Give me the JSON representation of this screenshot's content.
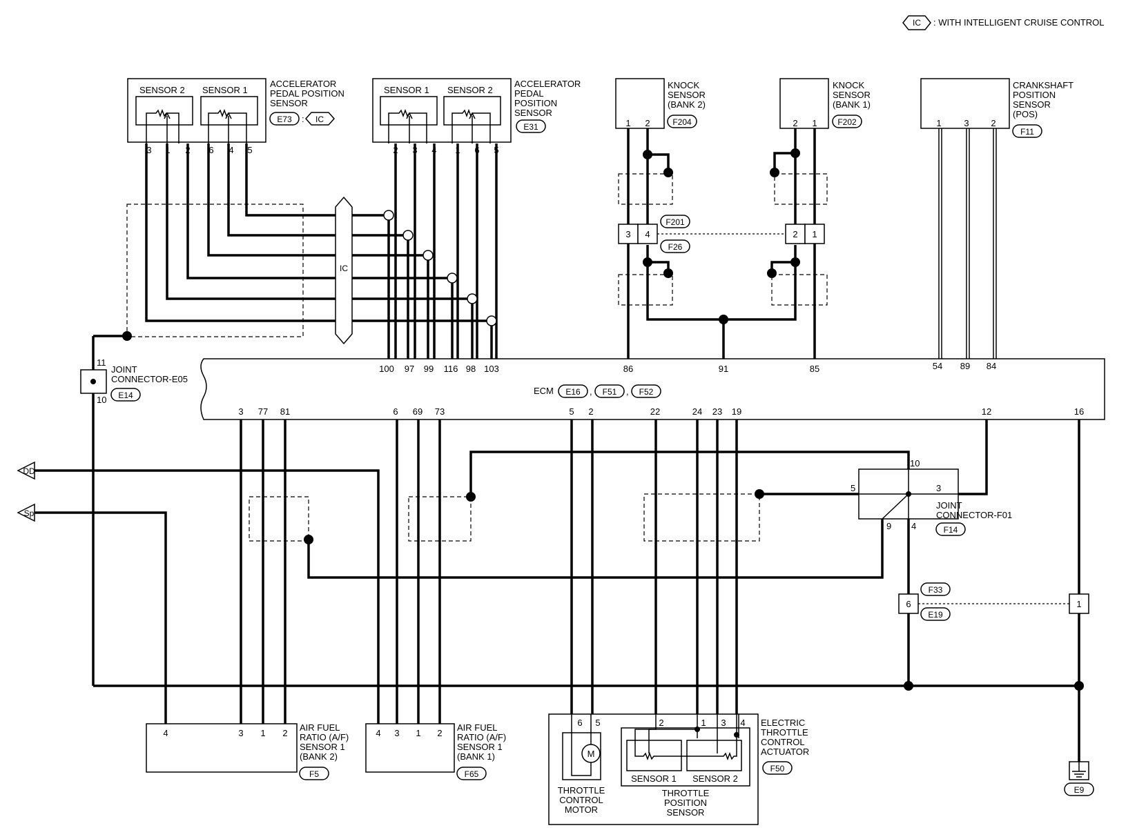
{
  "legend": {
    "symbol": "IC",
    "text": ": WITH INTELLIGENT CRUISE CONTROL"
  },
  "apps_ic": {
    "s2": "SENSOR 2",
    "s1": "SENSOR 1",
    "name": [
      "ACCELERATOR",
      "PEDAL POSITION",
      "SENSOR"
    ],
    "connector": "E73",
    "ic": "IC",
    "pins": [
      "3",
      "1",
      "2",
      "6",
      "4",
      "5"
    ]
  },
  "apps": {
    "s1": "SENSOR 1",
    "s2": "SENSOR 2",
    "name": [
      "ACCELERATOR",
      "PEDAL",
      "POSITION",
      "SENSOR"
    ],
    "connector": "E31",
    "pins": [
      "2",
      "3",
      "4",
      "1",
      "6",
      "5"
    ]
  },
  "ic_switch": "IC",
  "knock2": {
    "name": [
      "KNOCK",
      "SENSOR",
      "(BANK 2)"
    ],
    "connector": "F204",
    "pins": [
      "1",
      "2"
    ]
  },
  "knock1": {
    "name": [
      "KNOCK",
      "SENSOR",
      "(BANK 1)"
    ],
    "connector": "F202",
    "pins": [
      "2",
      "1"
    ]
  },
  "crank": {
    "name": [
      "CRANKSHAFT",
      "POSITION",
      "SENSOR",
      "(POS)"
    ],
    "connector": "F11",
    "pins": [
      "1",
      "3",
      "2"
    ]
  },
  "f201": {
    "top": "F201",
    "bottom": "F26",
    "pins_left": [
      "3",
      "4"
    ],
    "pins_right": [
      "2",
      "1"
    ]
  },
  "joint_e05": {
    "name": [
      "JOINT",
      "CONNECTOR-E05"
    ],
    "connector": "E14",
    "pin_top": "11",
    "pin_bottom": "10"
  },
  "ecm": {
    "label": "ECM",
    "connectors": [
      "E16",
      "F51",
      "F52"
    ],
    "top_pins": [
      "100",
      "97",
      "99",
      "116",
      "98",
      "103",
      "86",
      "91",
      "85",
      "54",
      "89",
      "84"
    ],
    "bottom_pins": [
      "3",
      "77",
      "81",
      "6",
      "69",
      "73",
      "5",
      "2",
      "22",
      "24",
      "23",
      "19",
      "12",
      "16"
    ]
  },
  "joint_f01": {
    "name": [
      "JOINT",
      "CONNECTOR-F01"
    ],
    "connector": "F14",
    "pins": [
      "10",
      "5",
      "3",
      "9",
      "4"
    ]
  },
  "offpage": [
    "DD",
    "Sp"
  ],
  "f33": {
    "top": "F33",
    "bottom": "E19",
    "left_pin": "6",
    "right_pin": "1"
  },
  "af2": {
    "name": [
      "AIR FUEL",
      "RATIO (A/F)",
      "SENSOR 1",
      "(BANK 2)"
    ],
    "connector": "F5",
    "pins": [
      "4",
      "3",
      "1",
      "2"
    ]
  },
  "af1": {
    "name": [
      "AIR FUEL",
      "RATIO (A/F)",
      "SENSOR 1",
      "(BANK 1)"
    ],
    "connector": "F65",
    "pins": [
      "4",
      "3",
      "1",
      "2"
    ]
  },
  "etc": {
    "name": [
      "ELECTRIC",
      "THROTTLE",
      "CONTROL",
      "ACTUATOR"
    ],
    "connector": "F50",
    "pins": [
      "6",
      "5",
      "2",
      "1",
      "3",
      "4"
    ],
    "motor_symbol": "M",
    "motor": [
      "THROTTLE",
      "CONTROL",
      "MOTOR"
    ],
    "tps_s1": "SENSOR 1",
    "tps_s2": "SENSOR 2",
    "tps": [
      "THROTTLE",
      "POSITION",
      "SENSOR"
    ]
  },
  "ground": {
    "connector": "E9"
  }
}
